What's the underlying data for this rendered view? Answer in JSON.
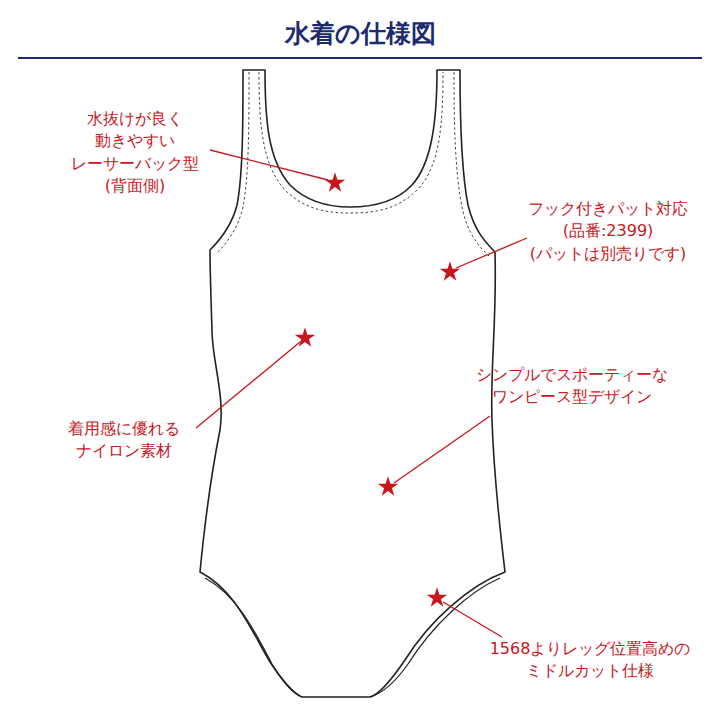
{
  "diagram": {
    "title": "水着の仕様図",
    "labels": [
      "水抜けが良く 動きやすい レーサーバック型 (背面側)",
      "フック付きパット対応 (品番:2399) (パットは別売りです)",
      "シンプルでスポーティーな ワンピース型デザイン",
      "着用感に優れる ナイロン素材",
      "1568よりレッグ位置高めの ミドルカット仕様"
    ]
  }
}
